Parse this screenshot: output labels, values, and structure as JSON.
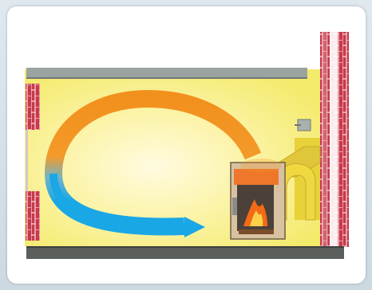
{
  "scene": {
    "name": "stove-heat-circulation-diagram",
    "colors": {
      "room": "#f6ef7e",
      "room_glow": "#fffbe0",
      "brick": "#c8394a",
      "brick_mortar": "#f7dde0",
      "floor": "#5b5f5b",
      "ceiling": "#9aa39f",
      "flue": "#e8d23a",
      "warm_arrow": "#f2901c",
      "cool_arrow": "#1aa7e6",
      "fire": "#f36a16"
    },
    "arrows": [
      {
        "name": "warm-air-flow",
        "temperature": "warm",
        "color": "#f2901c"
      },
      {
        "name": "cool-air-flow",
        "temperature": "cool",
        "color": "#1aa7e6"
      }
    ],
    "icons": [
      "stove-icon",
      "fire-icon",
      "chimney-icon",
      "flue-pipe-icon",
      "window-icon"
    ]
  }
}
